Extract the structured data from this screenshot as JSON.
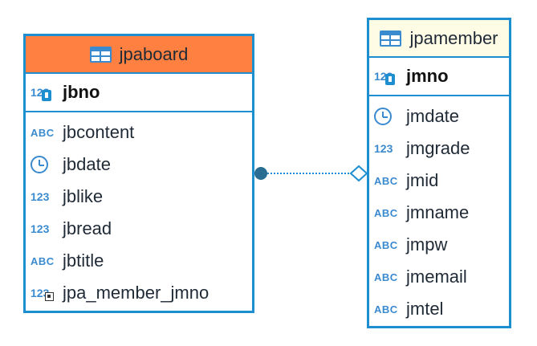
{
  "entities": {
    "jpaboard": {
      "name": "jpaboard",
      "header_color": "#ff8040",
      "pk": {
        "name": "jbno",
        "type_label": "123"
      },
      "columns": [
        {
          "name": "jbcontent",
          "type_label": "ABC",
          "icon": "text-type-icon"
        },
        {
          "name": "jbdate",
          "type_label": "",
          "icon": "clock-icon"
        },
        {
          "name": "jblike",
          "type_label": "123",
          "icon": "number-type-icon"
        },
        {
          "name": "jbread",
          "type_label": "123",
          "icon": "number-type-icon"
        },
        {
          "name": "jbtitle",
          "type_label": "ABC",
          "icon": "text-type-icon"
        },
        {
          "name": "jpa_member_jmno",
          "type_label": "123",
          "icon": "foreign-key-icon"
        }
      ]
    },
    "jpamember": {
      "name": "jpamember",
      "header_color": "#fffce6",
      "pk": {
        "name": "jmno",
        "type_label": "123"
      },
      "columns": [
        {
          "name": "jmdate",
          "type_label": "",
          "icon": "clock-icon"
        },
        {
          "name": "jmgrade",
          "type_label": "123",
          "icon": "number-type-icon"
        },
        {
          "name": "jmid",
          "type_label": "ABC",
          "icon": "text-type-icon"
        },
        {
          "name": "jmname",
          "type_label": "ABC",
          "icon": "text-type-icon"
        },
        {
          "name": "jmpw",
          "type_label": "ABC",
          "icon": "text-type-icon"
        },
        {
          "name": "jmemail",
          "type_label": "ABC",
          "icon": "text-type-icon"
        },
        {
          "name": "jmtel",
          "type_label": "ABC",
          "icon": "text-type-icon"
        }
      ]
    }
  },
  "relation": {
    "from": "jpaboard",
    "to": "jpamember",
    "line_color": "#1d8fd0",
    "source_end": "filled-circle",
    "target_end": "hollow-diamond"
  }
}
